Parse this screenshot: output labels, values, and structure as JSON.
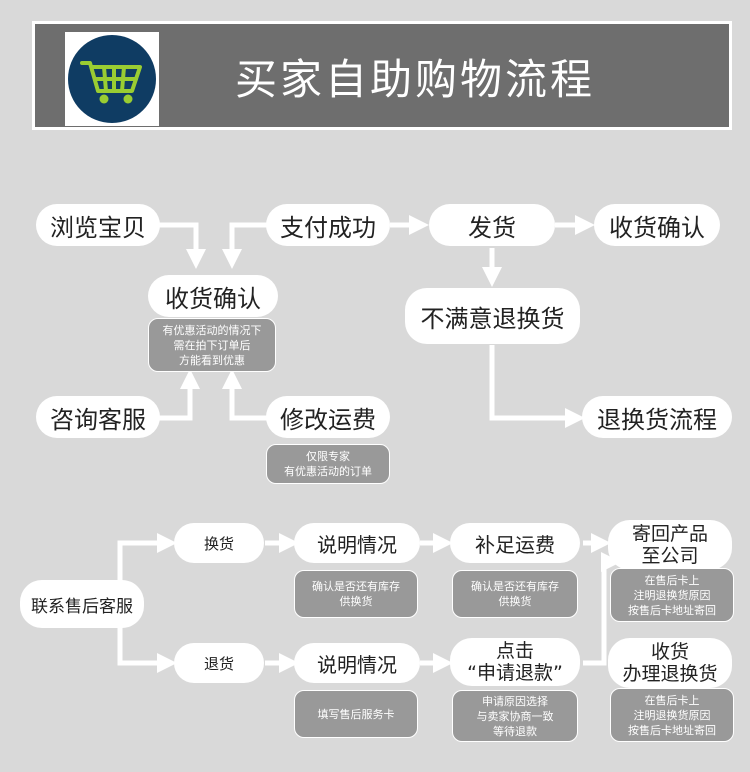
{
  "header": {
    "title": "买家自助购物流程",
    "logo_icon": "shopping-cart-icon"
  },
  "flow": {
    "browse": "浏览宝贝",
    "pay_success": "支付成功",
    "ship": "发货",
    "confirm_receipt_top": "收货确认",
    "confirm_receipt_mid": "收货确认",
    "confirm_receipt_note": [
      "有优惠活动的情况下",
      "需在拍下订单后",
      "方能看到优惠"
    ],
    "unsatisfied": "不满意退换货",
    "consult": "咨询客服",
    "modify_shipping": "修改运费",
    "modify_note": [
      "仅限专家",
      "有优惠活动的订单"
    ],
    "return_flow": "退换货流程"
  },
  "aftersale": {
    "contact": "联系售后客服",
    "exchange": "换货",
    "return": "退货",
    "explain_1": "说明情况",
    "explain_1_note": [
      "确认是否还有库存",
      "供换货"
    ],
    "supplement": "补足运费",
    "supplement_note": [
      "确认是否还有库存",
      "供换货"
    ],
    "send_back": [
      "寄回产品",
      "至公司"
    ],
    "send_back_note": [
      "在售后卡上",
      "注明退换货原因",
      "按售后卡地址寄回"
    ],
    "explain_2": "说明情况",
    "explain_2_note": "填写售后服务卡",
    "click_apply": [
      "点击",
      "“申请退款”"
    ],
    "click_apply_note": [
      "申请原因选择",
      "与卖家协商一致",
      "等待退款"
    ],
    "receive_handle": [
      "收货",
      "办理退换货"
    ],
    "receive_handle_note": [
      "在售后卡上",
      "注明退换货原因",
      "按售后卡地址寄回"
    ]
  },
  "colors": {
    "background": "#d9d9d9",
    "header": "#6e6e6e",
    "logo": "#0f3c63",
    "cart": "#9acd32",
    "note": "#999999"
  }
}
